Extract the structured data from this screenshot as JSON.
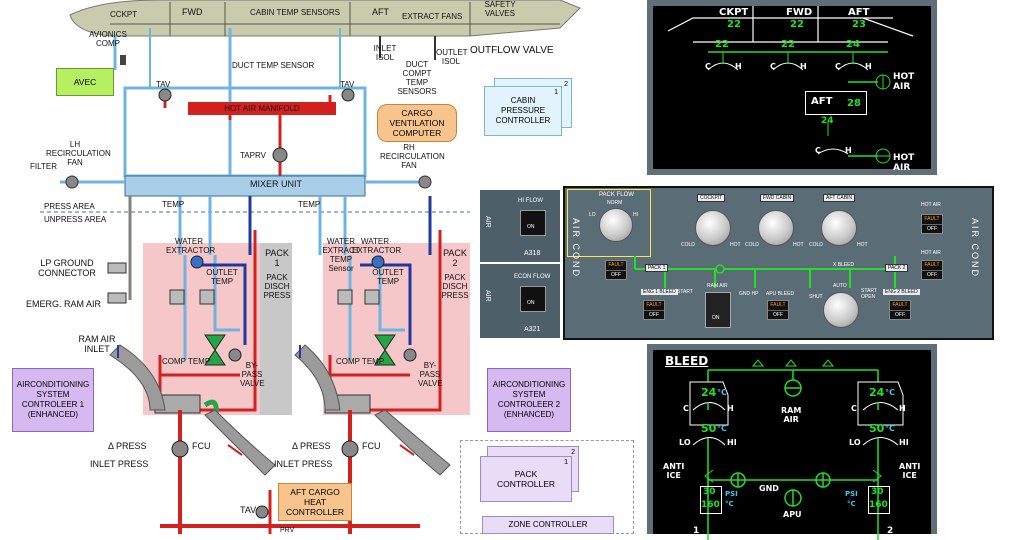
{
  "diagram": {
    "aircraft": {
      "ckpt": "CCKPT",
      "fwd": "FWD",
      "cabin_temp_sensors": "CABIN TEMP SENSORS",
      "aft": "AFT",
      "extract_fans": "EXTRACT FANS",
      "safety_valves": "SAFETY\nVALVES",
      "avionics_comp": "AVIONICS\nCOMP",
      "duct_temp_sensor": "DUCT TEMP SENSOR",
      "inlet_isol": "INLET\nISOL",
      "duct_compt_temp_sensors": "DUCT COMPT\nTEMP\nSENSORS",
      "outlet_isol": "OUTLET\nISOL",
      "outflow_valve": "OUTFLOW VALVE"
    },
    "avec": "AVEC",
    "tav_left": "TAV",
    "tav_right": "TAV",
    "hot_air_manifold": "HOT AIR MANIFOLD",
    "cargo_vent": "CARGO\nVENTILATION\nCOMPUTER",
    "cpc_num": "2",
    "cpc_num1": "1",
    "cabin_pressure_controller": "CABIN\nPRESSURE\nCONTROLLER",
    "lh_fan": "LH\nRECIRCULATION\nFAN",
    "filter": "FILTER",
    "taprv": "TAPRV",
    "rh_fan": "RH\nRECIRCULATION\nFAN",
    "mixer_unit": "MIXER UNIT",
    "press_area": "PRESS AREA",
    "unpress_area": "UNPRESS AREA",
    "temp": "TEMP",
    "lp_ground": "LP GROUND\nCONNECTOR",
    "emerg_ram": "EMERG. RAM AIR",
    "ram_air_inlet": "RAM AIR\nINLET",
    "water_extractor": "WATER\nEXTRACTOR",
    "water_extract_temp": "WATER\nEXTRACT\nTEMP\nSensor",
    "outlet_temp": "OUTLET\nTEMP",
    "pack1": "PACK\n1",
    "pack2": "PACK\n2",
    "pack_disch_press": "PACK\nDISCH\nPRESS",
    "comp_temp": "COMP TEMP",
    "bypass_valve": "BY-\nPASS\nVALVE",
    "acsc1": "AIRCONDITIONING\nSYSTEM\nCONTROLEER 1\n(ENHANCED)",
    "acsc2": "AIRCONDITIONING\nSYSTEM\nCONTROLEER 2\n(ENHANCED)",
    "delta_press": "Δ PRESS",
    "fcu": "FCU",
    "inlet_press": "INLET PRESS",
    "aft_cargo_heat": "AFT CARGO\nHEAT\nCONTROLLER",
    "tav_bottom": "TAV",
    "prv": "PRV",
    "pack_controller": "PACK\nCONTROLLER",
    "pc_num2": "2",
    "pc_num1": "1",
    "zone_controller": "ZONE CONTROLLER"
  },
  "cond_page": {
    "zones": [
      {
        "name": "CKPT",
        "temp": "22",
        "duct": "22"
      },
      {
        "name": "FWD",
        "temp": "22",
        "duct": "22"
      },
      {
        "name": "AFT",
        "temp": "23",
        "duct": "24"
      }
    ],
    "c": "C",
    "h": "H",
    "hot_air": "HOT\nAIR",
    "aft_label": "AFT",
    "aft_duct": "28",
    "aft_value": "24"
  },
  "panels": {
    "a318": {
      "air": "AIR",
      "hi_flow": "HI FLOW",
      "on": "ON",
      "model": "A318"
    },
    "a321": {
      "air": "AIR",
      "econ_flow": "ECON FLOW",
      "on": "ON",
      "model": "A321"
    },
    "overhead": {
      "air_cond_left": "AIR COND",
      "air_cond_right": "AIR COND",
      "pack_flow": "PACK FLOW",
      "norm": "NORM",
      "lo": "LO",
      "hi": "HI",
      "cockpit": "COCKPIT",
      "fwd_cabin": "FWD CABIN",
      "aft_cabin": "AFT CABIN",
      "cold": "COLD",
      "hot": "HOT",
      "hot_air": "HOT AIR",
      "fault": "FAULT",
      "off": "OFF",
      "pack1": "PACK 1",
      "pack2": "PACK 2",
      "x_bleed": "X BLEED",
      "eng1_bleed": "ENG 1 BLEED",
      "eng2_bleed": "ENG 2 BLEED",
      "start": "START",
      "ram_air": "RAM AIR",
      "on": "ON",
      "gnd_hp": "GND HP",
      "apu_bleed": "APU BLEED",
      "shut": "SHUT",
      "auto": "AUTO",
      "open": "OPEN"
    }
  },
  "bleed_page": {
    "title": "BLEED",
    "left_temp": "24",
    "right_temp": "24",
    "deg_c": "°C",
    "left_press": "50",
    "right_press": "50",
    "lo": "LO",
    "hi": "HI",
    "c": "C",
    "h": "H",
    "ram_air": "RAM\nAIR",
    "anti_ice": "ANTI\nICE",
    "gnd": "GND",
    "apu": "APU",
    "psi": "PSI",
    "left_psi": "30",
    "left_deg": "160",
    "right_psi": "30",
    "right_deg": "160",
    "eng1": "1",
    "eng2": "2"
  },
  "colors": {
    "hot": "#d4201f",
    "cold": "#1f3a9e",
    "cool_blue": "#6db5e0",
    "ecam_green": "#22e026",
    "ecam_cyan": "#38c8e8",
    "panel": "#5e6f78"
  }
}
